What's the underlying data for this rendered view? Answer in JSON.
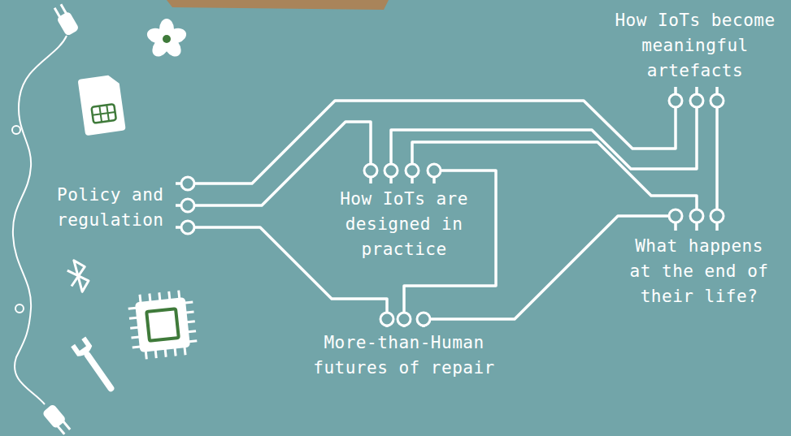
{
  "diagram": {
    "nodes": [
      {
        "text": [
          "How IoTs become meaningful artefacts"
        ]
      },
      {
        "text": [
          "Policy and regulation"
        ]
      },
      {
        "text": [
          "How IoTs are designed in practice"
        ]
      },
      {
        "text": [
          "What happens at the end of their life?"
        ]
      },
      {
        "text": [
          "More-than-Human futures of repair"
        ]
      }
    ],
    "edges": [
      {
        "from": 1,
        "to": 0,
        "arrow": "none"
      },
      {
        "from": 1,
        "to": 2,
        "arrow": "none"
      },
      {
        "from": 1,
        "to": 4,
        "arrow": "none"
      },
      {
        "from": 2,
        "to": 0,
        "arrow": "none"
      },
      {
        "from": 2,
        "to": 3,
        "arrow": "none"
      },
      {
        "from": 2,
        "to": 4,
        "arrow": "none"
      },
      {
        "from": 0,
        "to": 3,
        "arrow": "none"
      },
      {
        "from": 3,
        "to": 4,
        "arrow": "none"
      }
    ]
  }
}
